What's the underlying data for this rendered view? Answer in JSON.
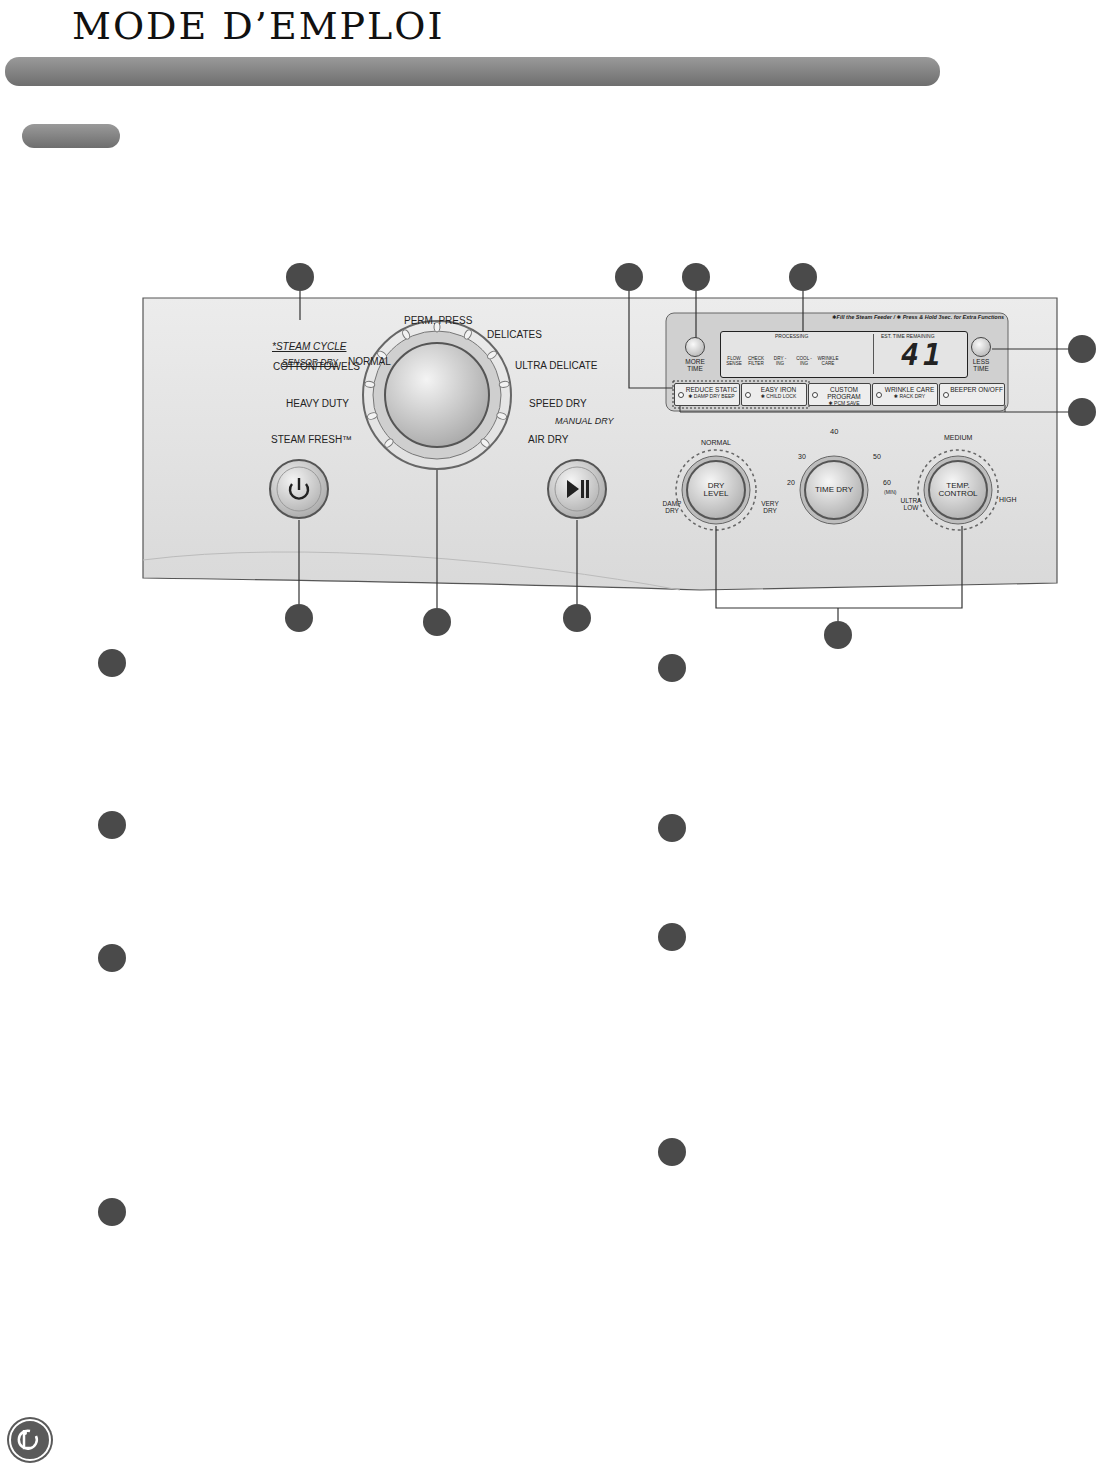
{
  "diagram": {
    "title": "MODE D’EMPLOI",
    "nodes": [
      {
        "text": [
          "PROCESSING",
          "FLOW SENSE",
          "CHECK FILTER",
          "DRY -ING",
          "COOL -ING",
          "WRINKLE CARE",
          "EST. TIME REMAINING",
          "41"
        ]
      },
      {
        "text": [
          "MORE TIME"
        ]
      },
      {
        "text": [
          "LESS TIME"
        ]
      },
      {
        "text": [
          "REDUCE STATIC",
          "✱ DAMP DRY BEEP"
        ]
      },
      {
        "text": [
          "EASY IRON",
          "✱ CHILD LOCK"
        ]
      },
      {
        "text": [
          "CUSTOM PROGRAM",
          "✱ PCM SAVE"
        ]
      },
      {
        "text": [
          "WRINKLE CARE",
          "✱ RACK DRY"
        ]
      },
      {
        "text": [
          "BEEPER ON/OFF"
        ]
      },
      {
        "text": [
          "DRY LEVEL"
        ]
      },
      {
        "text": [
          "TIME DRY"
        ]
      },
      {
        "text": [
          "TEMP. CONTROL"
        ]
      }
    ],
    "labels": [
      "*STEAM CYCLE",
      "SENSOR DRY",
      "NORMAL",
      "PERM. PRESS",
      "DELICATES",
      "COTTON/TOWELS",
      "ULTRA DELICATE",
      "HEAVY DUTY",
      "SPEED DRY",
      "MANUAL DRY",
      "STEAM FRESH™",
      "AIR DRY",
      "✱Fill the Steam Feeder / ✱ Press & Hold 3sec. for Extra Functions",
      "NORMAL",
      "DAMP DRY",
      "VERY DRY",
      "40",
      "30",
      "50",
      "20",
      "60",
      "(MIN)",
      "MEDIUM",
      "ULTRA LOW",
      "HIGH"
    ]
  }
}
